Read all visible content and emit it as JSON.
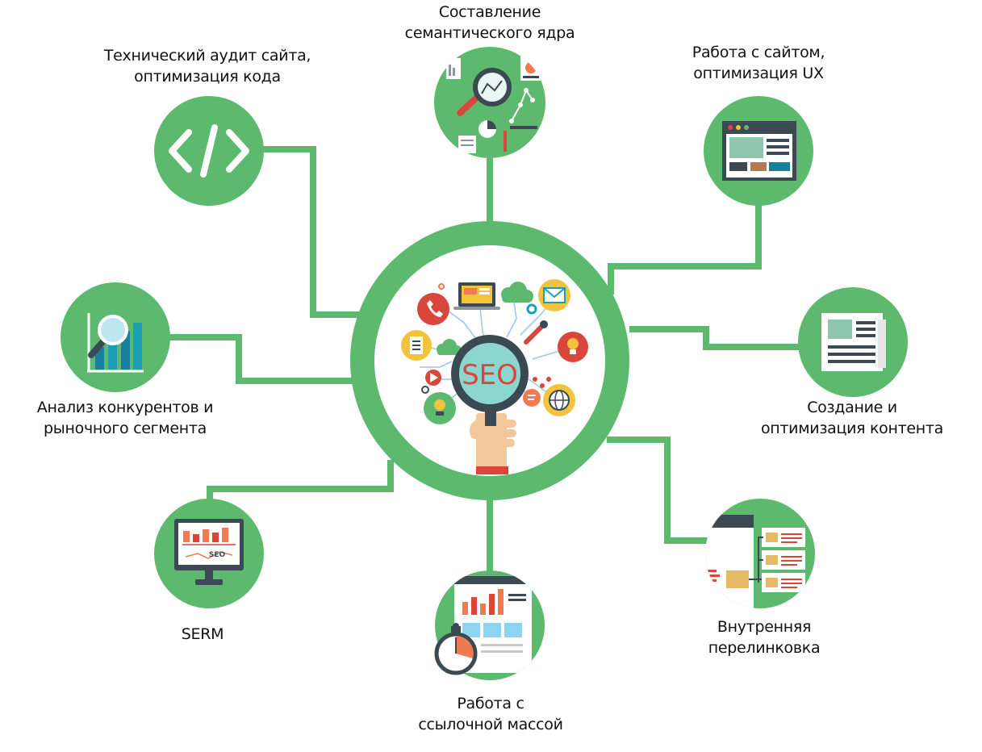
{
  "colors": {
    "green": "#5cb96d",
    "white": "#ffffff",
    "dark": "#3b4a52",
    "orange": "#f07a52",
    "red": "#d9473c",
    "yellow": "#f3c33b",
    "teal": "#1a9fb5",
    "skin": "#f2c79a"
  },
  "center": {
    "text": "SEO",
    "icon": "seo-magnifier-hand-icon"
  },
  "nodes": [
    {
      "id": "semantic-core",
      "icon": "keyword-research-magnifier-icon",
      "lines": [
        "Составление",
        "семантического ядра"
      ]
    },
    {
      "id": "tech-audit",
      "icon": "code-brackets-icon",
      "lines": [
        "Технический аудит сайта,",
        "оптимизация кода"
      ]
    },
    {
      "id": "site-ux",
      "icon": "browser-window-icon",
      "lines": [
        "Работа с сайтом,",
        "оптимизация UX"
      ]
    },
    {
      "id": "competitors",
      "icon": "bar-chart-magnifier-icon",
      "lines": [
        "Анализ конкурентов и",
        "рыночного сегмента"
      ]
    },
    {
      "id": "content",
      "icon": "newspaper-icon",
      "lines": [
        "Создание и",
        "оптимизация контента"
      ]
    },
    {
      "id": "serm",
      "icon": "seo-monitor-icon",
      "lines": [
        "SERM"
      ]
    },
    {
      "id": "interlinking",
      "icon": "linked-pages-icon",
      "lines": [
        "Внутренняя",
        "перелинковка"
      ]
    },
    {
      "id": "links",
      "icon": "stopwatch-report-icon",
      "lines": [
        "Работа с",
        "ссылочной массой"
      ]
    }
  ]
}
